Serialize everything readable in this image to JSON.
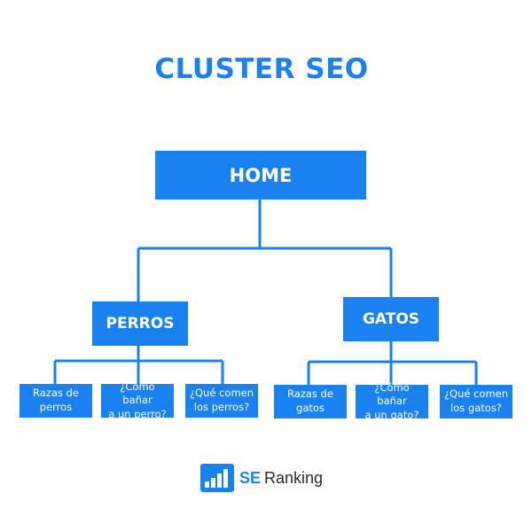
{
  "title": "CLUSTER SEO",
  "colors": {
    "primary": "#1a82f0",
    "background": "#ffffff",
    "text_on_box": "#ffffff"
  },
  "nodes": {
    "home": "HOME",
    "perros": {
      "label": "PERROS",
      "children": [
        "Razas de\nperros",
        "¿Cómo bañar\na un perro?",
        "¿Qué comen\nlos perros?"
      ]
    },
    "gatos": {
      "label": "GATOS",
      "children": [
        "Razas de\ngatos",
        "¿Cómo bañar\na un gato?",
        "¿Qué comen\nlos gatos?"
      ]
    }
  },
  "logo": {
    "icon": "bar-chart-icon",
    "brand_prefix": "SE",
    "brand_suffix": "Ranking"
  }
}
